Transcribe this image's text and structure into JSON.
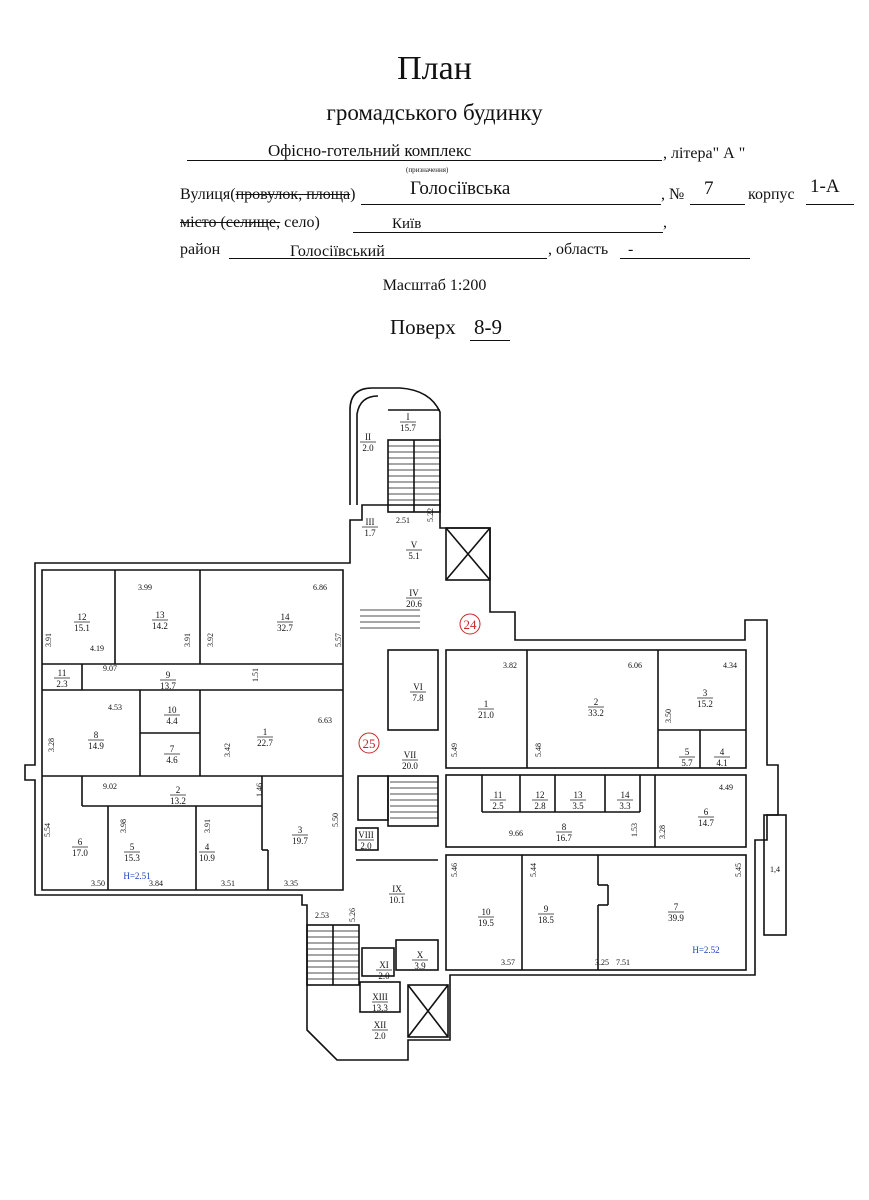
{
  "header": {
    "title": "План",
    "subtitle": "громадського будинку",
    "purpose_value": "Офісно-готельний комплекс",
    "purpose_caption": "(призначення)",
    "litera_label": ", літера\" А \"",
    "street_label": "Вулиця(",
    "street_struck": "провулок, площа",
    "street_close": ")",
    "street_value": "Голосіївська",
    "number_label": ", №",
    "number_value": "7",
    "korpus_label": "корпус",
    "korpus_value": "1-А",
    "city_struck": "місто (селище,",
    "city_label": " село)",
    "city_value": "Київ",
    "city_end": ",",
    "district_label": "район",
    "district_value": "Голосіївський",
    "region_label": ", область",
    "region_value": "-",
    "scale": "Масштаб 1:200",
    "floor_label": "Поверх",
    "floor_value": "8-9"
  },
  "plan": {
    "markers": [
      "24",
      "25"
    ],
    "heights": [
      "H=2.51",
      "H=2.52"
    ],
    "rooms": [
      {
        "id": "I",
        "area": "15.7"
      },
      {
        "id": "II",
        "area": "2.0"
      },
      {
        "id": "III",
        "area": "1.7"
      },
      {
        "id": "V",
        "area": "5.1"
      },
      {
        "id": "IV",
        "area": "20.6"
      },
      {
        "id": "VI",
        "area": "7.8"
      },
      {
        "id": "VII",
        "area": "20.0"
      },
      {
        "id": "VIII",
        "area": "2.0"
      },
      {
        "id": "IX",
        "area": "10.1"
      },
      {
        "id": "X",
        "area": "3.9"
      },
      {
        "id": "XI",
        "area": "2.0"
      },
      {
        "id": "XIII",
        "area": "13.3"
      },
      {
        "id": "XII",
        "area": "2.0"
      },
      {
        "id": "12",
        "area": "15.1"
      },
      {
        "id": "13",
        "area": "14.2"
      },
      {
        "id": "14",
        "area": "32.7"
      },
      {
        "id": "11",
        "area": "2.3"
      },
      {
        "id": "9",
        "area": "13.7"
      },
      {
        "id": "8",
        "area": "14.9"
      },
      {
        "id": "10",
        "area": "4.4"
      },
      {
        "id": "7",
        "area": "4.6"
      },
      {
        "id": "1",
        "area": "22.7"
      },
      {
        "id": "2",
        "area": "13.2"
      },
      {
        "id": "6",
        "area": "17.0"
      },
      {
        "id": "5",
        "area": "15.3"
      },
      {
        "id": "4",
        "area": "10.9"
      },
      {
        "id": "3",
        "area": "19.7"
      },
      {
        "id": "1",
        "area": "21.0"
      },
      {
        "id": "2",
        "area": "33.2"
      },
      {
        "id": "3",
        "area": "15.2"
      },
      {
        "id": "5",
        "area": "5.7"
      },
      {
        "id": "4",
        "area": "4.1"
      },
      {
        "id": "11",
        "area": "2.5"
      },
      {
        "id": "12",
        "area": "2.8"
      },
      {
        "id": "13",
        "area": "3.5"
      },
      {
        "id": "14",
        "area": "3.3"
      },
      {
        "id": "8",
        "area": "16.7"
      },
      {
        "id": "6",
        "area": "14.7"
      },
      {
        "id": "10",
        "area": "19.5"
      },
      {
        "id": "9",
        "area": "18.5"
      },
      {
        "id": "7",
        "area": "39.9"
      }
    ],
    "dims": [
      "2.51",
      "5.22",
      "3.99",
      "6.86",
      "3.91",
      "3.91",
      "3.92",
      "5.57",
      "4.19",
      "9.07",
      "1.51",
      "4.53",
      "6.63",
      "3.28",
      "3.42",
      "9.02",
      "1.46",
      "5.54",
      "3.98",
      "3.91",
      "5.50",
      "3.50",
      "3.84",
      "3.51",
      "3.35",
      "2.53",
      "5.26",
      "3.82",
      "6.06",
      "4.34",
      "3.50",
      "5.49",
      "5.48",
      "4.49",
      "9.66",
      "1.53",
      "3.28",
      "5.46",
      "5.44",
      "5.45",
      "3.57",
      "3.25",
      "7.51",
      "1,4"
    ]
  }
}
